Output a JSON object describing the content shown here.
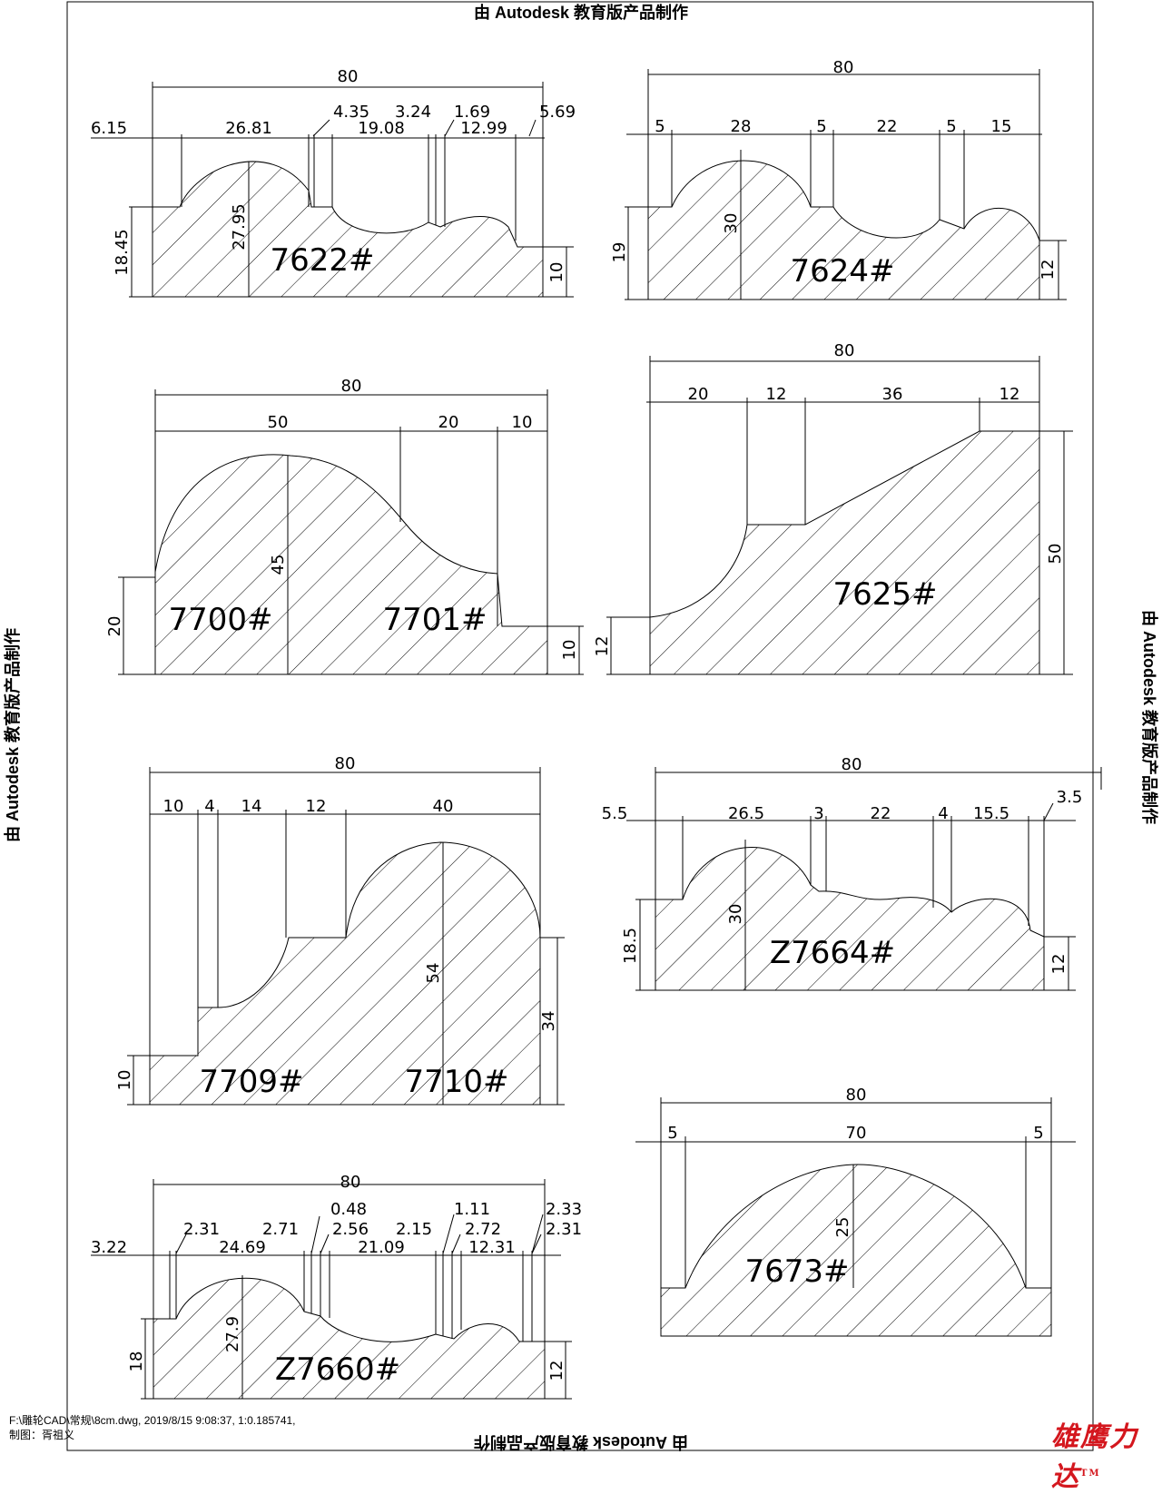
{
  "watermark": "由 Autodesk 教育版产品制作",
  "footer": {
    "path": "F:\\雕轮CAD\\常规\\8cm.dwg, 2019/8/15 9:08:37, 1:0.185741,",
    "author": "制图：胥祖义"
  },
  "brand": {
    "name": "雄鹰力达",
    "mark": "TM"
  },
  "profiles": [
    {
      "id": "p7622",
      "labels": [
        "7622#"
      ],
      "dims": [
        "80",
        "6.15",
        "26.81",
        "4.35",
        "3.24",
        "19.08",
        "1.69",
        "12.99",
        "5.69",
        "18.45",
        "27.95",
        "10"
      ]
    },
    {
      "id": "p7624",
      "labels": [
        "7624#"
      ],
      "dims": [
        "80",
        "5",
        "28",
        "5",
        "22",
        "5",
        "15",
        "19",
        "30",
        "12"
      ]
    },
    {
      "id": "p7700",
      "labels": [
        "7700#",
        "7701#"
      ],
      "dims": [
        "80",
        "50",
        "20",
        "10",
        "20",
        "45",
        "10"
      ]
    },
    {
      "id": "p7625",
      "labels": [
        "7625#"
      ],
      "dims": [
        "80",
        "20",
        "12",
        "36",
        "12",
        "12",
        "50"
      ]
    },
    {
      "id": "p7709",
      "labels": [
        "7709#",
        "7710#"
      ],
      "dims": [
        "80",
        "10",
        "4",
        "14",
        "12",
        "40",
        "10",
        "54",
        "34"
      ]
    },
    {
      "id": "p7664",
      "labels": [
        "Z7664#"
      ],
      "dims": [
        "80",
        "5.5",
        "26.5",
        "3",
        "22",
        "4",
        "15.5",
        "3.5",
        "18.5",
        "30",
        "12"
      ]
    },
    {
      "id": "p7660",
      "labels": [
        "Z7660#"
      ],
      "dims": [
        "80",
        "0.48",
        "2.31",
        "2.71",
        "2.56",
        "2.15",
        "1.11",
        "2.72",
        "2.33",
        "2.31",
        "3.22",
        "24.69",
        "21.09",
        "12.31",
        "18",
        "27.9",
        "12"
      ]
    },
    {
      "id": "p7673",
      "labels": [
        "7673#"
      ],
      "dims": [
        "80",
        "5",
        "70",
        "5",
        "25"
      ]
    }
  ]
}
